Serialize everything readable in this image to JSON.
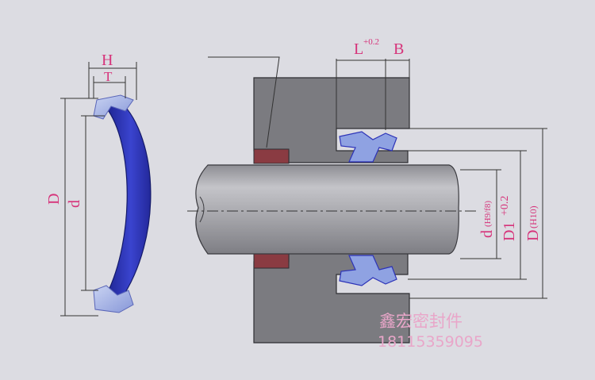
{
  "diagram": {
    "seal_section": {
      "label_H": "H",
      "label_T": "T",
      "label_D": "D",
      "label_d": "d"
    },
    "install_section": {
      "label_L": "L",
      "label_L_tol": "+0.2",
      "label_B": "B",
      "label_d": "d",
      "label_d_fit": "(H9/f8)",
      "label_D1": "D1",
      "label_D1_tol": "+0.2",
      "label_D": "D",
      "label_D_fit": "(H10)"
    },
    "watermark": {
      "company": "鑫宏密封件",
      "phone": "18115359095"
    },
    "colors": {
      "background": "#dcdce2",
      "seal_blue": "#2d33b8",
      "seal_light": "#9fb0e6",
      "housing_gray": "#7b7b80",
      "shaft_gray": "#a7a7ac",
      "wiper_red": "#8a3b42",
      "label_pink": "#d6337a"
    }
  }
}
